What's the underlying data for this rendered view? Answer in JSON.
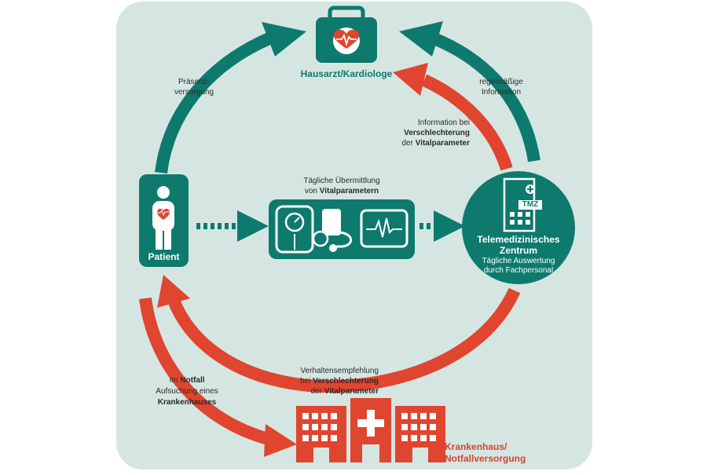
{
  "colors": {
    "background_panel": "#d5e6e2",
    "teal": "#0d7a6d",
    "red": "#e0452f",
    "white": "#ffffff"
  },
  "nodes": {
    "hausarzt": {
      "label": "Hausarzt/Kardiologe",
      "icon": "medical-bag-heart-icon"
    },
    "patient": {
      "label": "Patient",
      "icon": "person-heart-icon"
    },
    "tmz": {
      "badge": "TMZ",
      "title_line1": "Telemedizinisches",
      "title_line2": "Zentrum",
      "sub_line1": "Tägliche Auswertung",
      "sub_line2": "durch Fachpersonal",
      "icon": "building-cross-icon"
    },
    "devices": {
      "icons": [
        "scale-icon",
        "blood-pressure-cuff-icon",
        "ecg-monitor-icon"
      ]
    },
    "krankenhaus": {
      "label_line1": "Krankenhaus/",
      "label_line2": "Notfallversorgung",
      "icon": "hospital-icon"
    }
  },
  "labels": {
    "praesenz": {
      "line1": "Präsenz-",
      "line2": "versorgung"
    },
    "regelmaessig": {
      "line1": "regelmäßige",
      "line2": "Information"
    },
    "info_verschlechterung": {
      "line1": "Information bei",
      "line2": "Verschlechterung",
      "line3_bold": "der ",
      "line3_b": "Vitalparameter"
    },
    "uebermittlung": {
      "line1": "Tägliche Übermittlung",
      "line2_pre": "von ",
      "line2_b": "Vitalparametern"
    },
    "verhaltensempfehlung": {
      "line1": "Verhaltensempfehlung",
      "line2_pre": "bei ",
      "line2_b": "Verschlechterung",
      "line3_pre": "der ",
      "line3_b": "Vitalparameter"
    },
    "notfall": {
      "line1_pre": "Im ",
      "line1_b": "Notfall",
      "line2": "Aufsuchung eines",
      "line3_b": "Krankenhauses"
    }
  }
}
